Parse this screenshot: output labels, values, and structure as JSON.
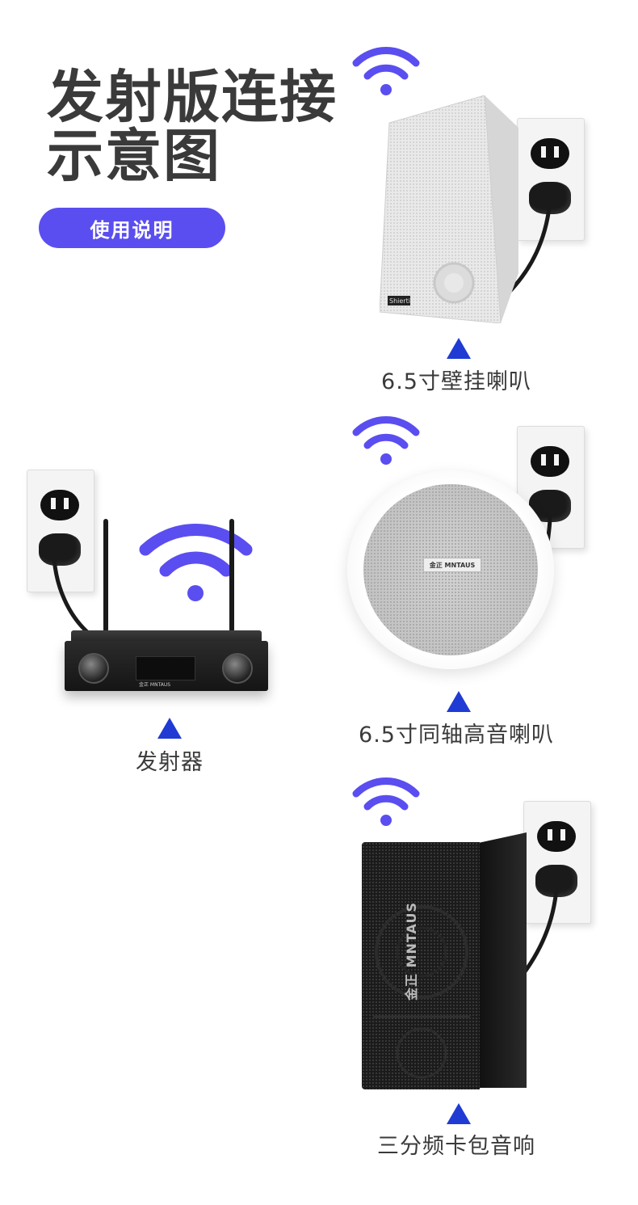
{
  "header": {
    "title_line1": "发射版连接",
    "title_line2": "示意图",
    "instructions_button": "使用说明"
  },
  "devices": [
    {
      "label": "6.5寸壁挂喇叭",
      "brand": "Shierti"
    },
    {
      "label": "6.5寸同轴高音喇叭",
      "brand": "金正 MNTAUS"
    },
    {
      "label": "发射器",
      "brand": "金正 MNTAUS"
    },
    {
      "label": "三分频卡包音响",
      "brand": "金正 MNTAUS"
    }
  ],
  "colors": {
    "accent": "#5a4ef0",
    "marker": "#1f3bd4",
    "title": "#3a3a3a"
  },
  "icons": {
    "wireless": "wifi-icon",
    "pointer": "triangle-up-icon",
    "outlet": "power-outlet-icon"
  }
}
